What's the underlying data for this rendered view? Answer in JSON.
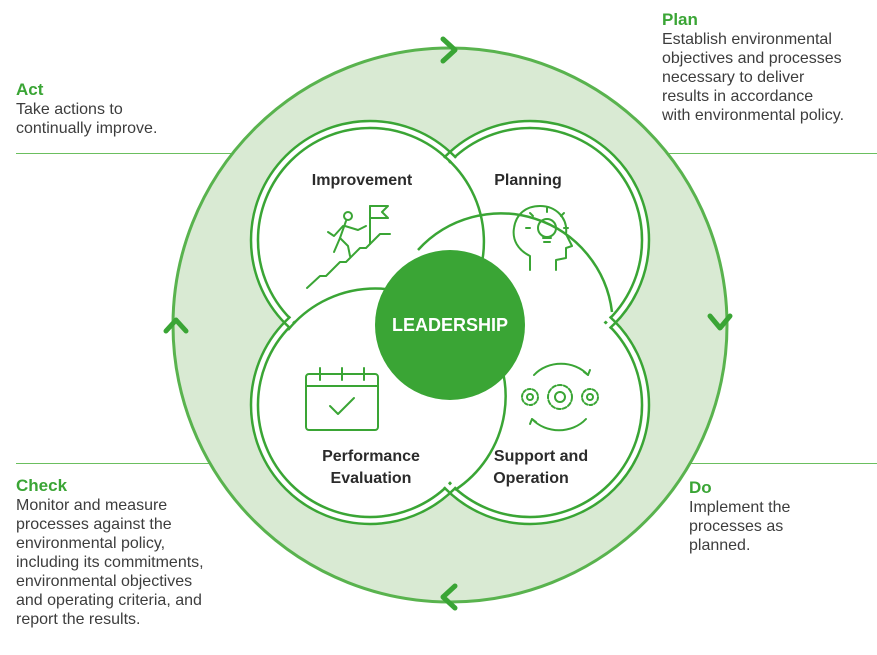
{
  "corners": {
    "act": {
      "title": "Act",
      "text": "Take actions to\ncontinually improve."
    },
    "plan": {
      "title": "Plan",
      "text": "Establish environmental\nobjectives and processes\nnecessary to deliver\nresults in accordance\nwith environmental policy."
    },
    "check": {
      "title": "Check",
      "text": "Monitor and measure\nprocesses against the\nenvironmental policy,\nincluding its commitments,\nenvironmental objectives\nand operating criteria, and\nreport the results."
    },
    "do": {
      "title": "Do",
      "text": "Implement the\nprocesses as\nplanned."
    }
  },
  "circles": {
    "improvement": {
      "label": "Improvement",
      "icon": "climber-flag-icon"
    },
    "planning": {
      "label": "Planning",
      "icon": "head-lightbulb-icon"
    },
    "performance": {
      "label_line1": "Performance",
      "label_line2": "Evaluation",
      "icon": "calendar-check-icon"
    },
    "support": {
      "label_line1": "Support and",
      "label_line2": "Operation",
      "icon": "gears-cycle-icon"
    }
  },
  "center": {
    "label": "LEADERSHIP"
  },
  "colors": {
    "green": "#3aa535",
    "ring_fill": "#d9ead3",
    "ring_stroke": "#59b34e",
    "center_fill": "#3aa535"
  }
}
